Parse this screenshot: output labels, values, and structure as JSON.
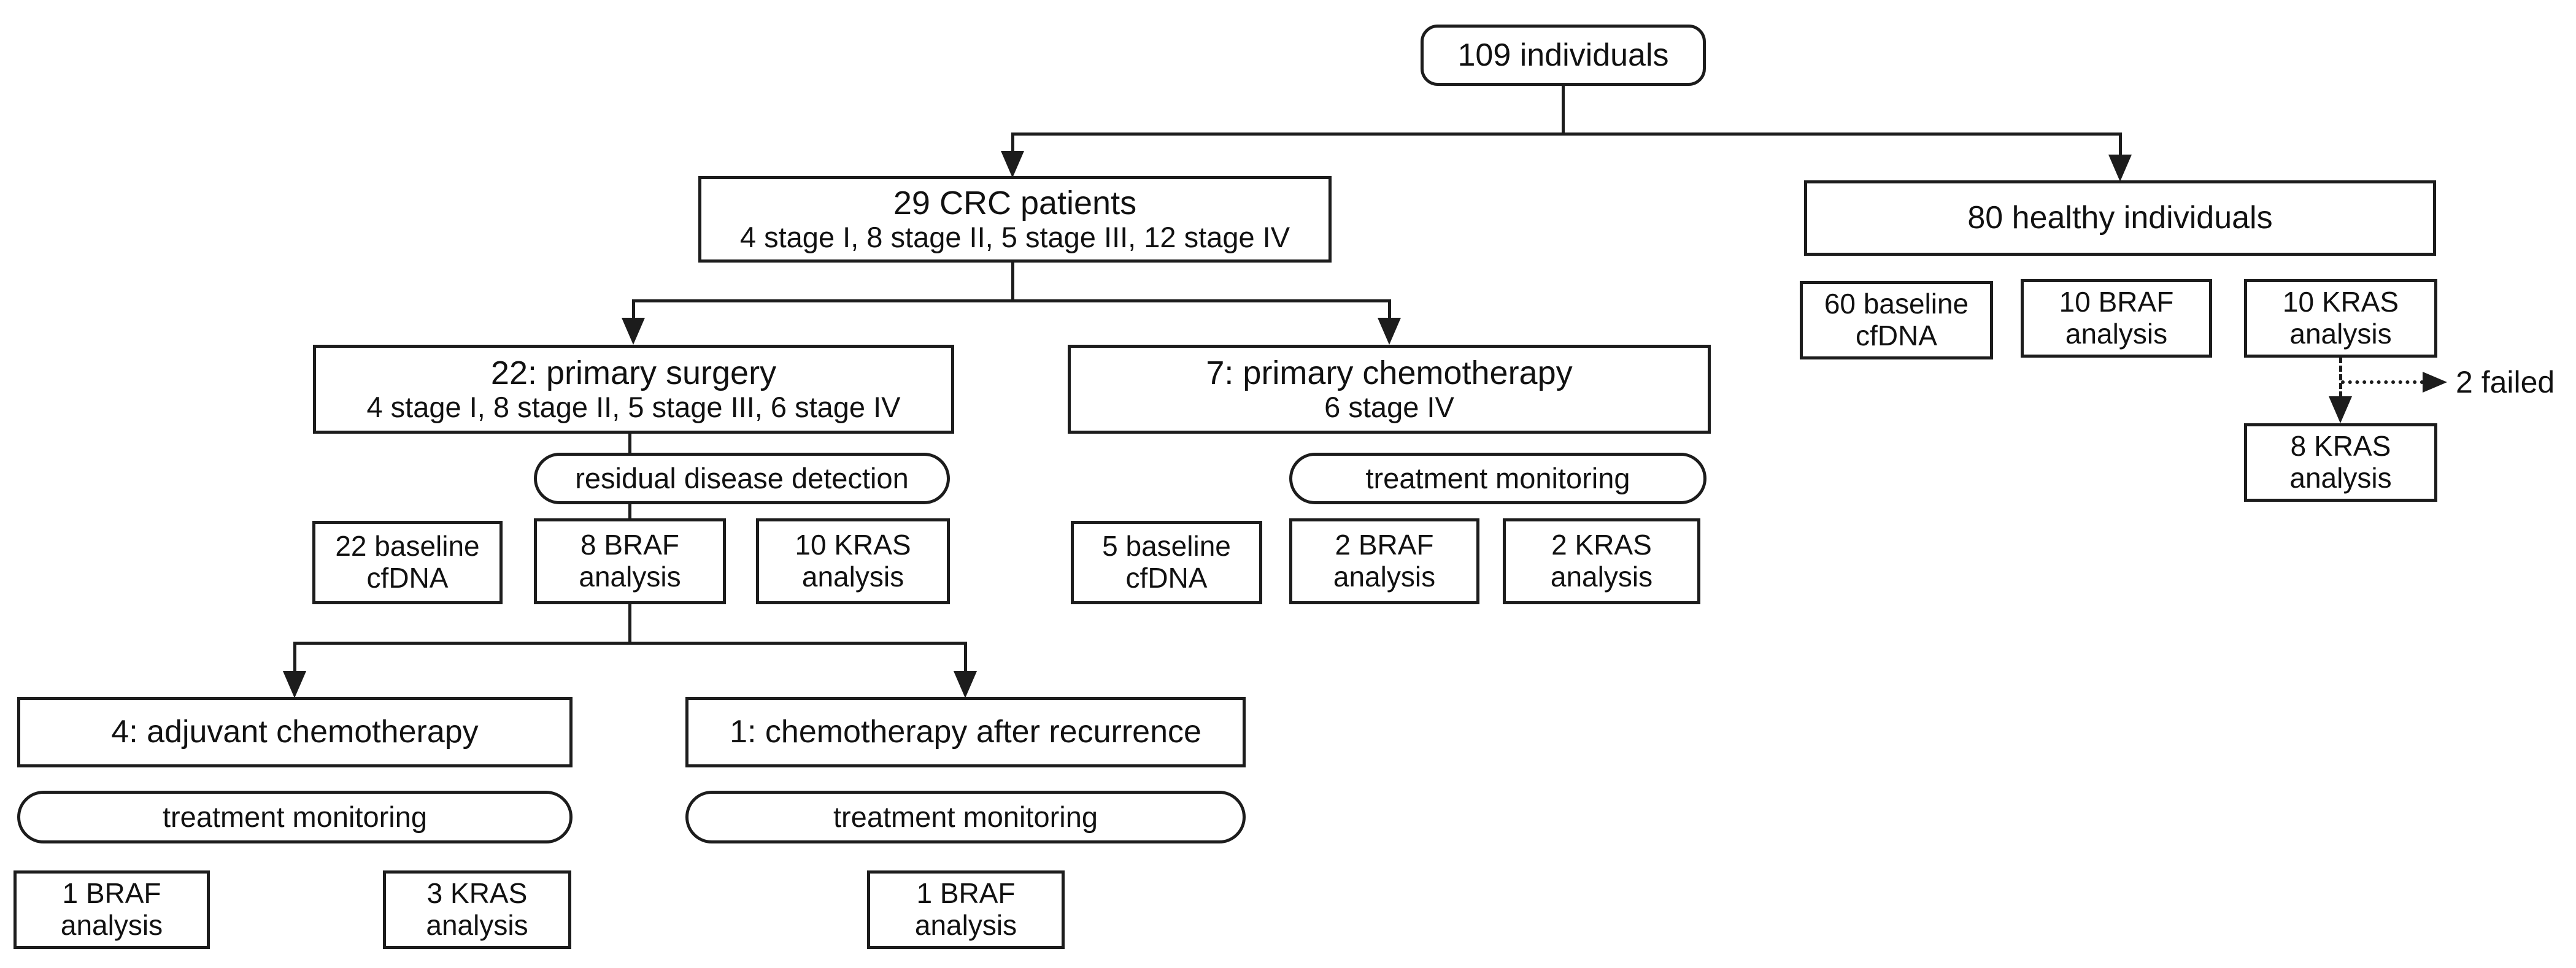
{
  "diagram": {
    "root": {
      "label": "109 individuals"
    },
    "crc": {
      "title": "29 CRC patients",
      "subtitle": "4 stage I, 8 stage II, 5 stage III, 12 stage IV"
    },
    "healthy": {
      "label": "80 healthy individuals"
    },
    "healthy_tests": {
      "baseline": {
        "line1": "60 baseline",
        "line2": "cfDNA"
      },
      "braf": {
        "line1": "10 BRAF",
        "line2": "analysis"
      },
      "kras": {
        "line1": "10 KRAS",
        "line2": "analysis"
      },
      "failed_note": "2 failed",
      "kras_final": {
        "line1": "8 KRAS",
        "line2": "analysis"
      }
    },
    "surgery": {
      "title": "22: primary surgery",
      "subtitle": "4 stage I, 8 stage II, 5 stage III, 6 stage IV",
      "purpose": "residual disease detection",
      "tests": {
        "baseline": {
          "line1": "22 baseline",
          "line2": "cfDNA"
        },
        "braf": {
          "line1": "8 BRAF",
          "line2": "analysis"
        },
        "kras": {
          "line1": "10 KRAS",
          "line2": "analysis"
        }
      }
    },
    "primary_chemo": {
      "title": "7: primary chemotherapy",
      "subtitle": "6 stage IV",
      "purpose": "treatment monitoring",
      "tests": {
        "baseline": {
          "line1": "5 baseline",
          "line2": "cfDNA"
        },
        "braf": {
          "line1": "2 BRAF",
          "line2": "analysis"
        },
        "kras": {
          "line1": "2 KRAS",
          "line2": "analysis"
        }
      }
    },
    "adjuvant": {
      "title": "4: adjuvant chemotherapy",
      "purpose": "treatment monitoring",
      "tests": {
        "braf": {
          "line1": "1 BRAF",
          "line2": "analysis"
        },
        "kras": {
          "line1": "3 KRAS",
          "line2": "analysis"
        }
      }
    },
    "recurrence": {
      "title": "1: chemotherapy after recurrence",
      "purpose": "treatment monitoring",
      "tests": {
        "braf": {
          "line1": "1 BRAF",
          "line2": "analysis"
        }
      }
    },
    "colors": {
      "line": "#1c1c1c",
      "background": "#ffffff",
      "text": "#111111"
    }
  }
}
